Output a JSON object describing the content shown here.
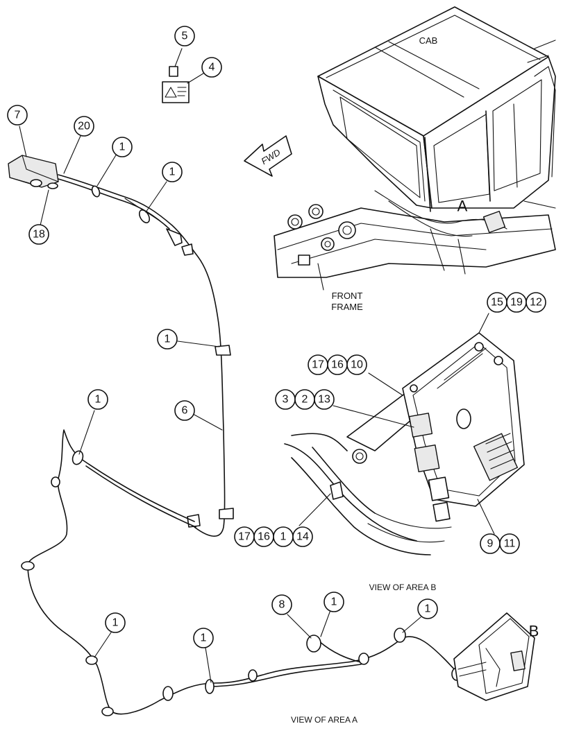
{
  "labels": {
    "cab": "CAB",
    "fwd": "FWD",
    "area_a": "A",
    "area_b": "B",
    "front_frame_1": "FRONT",
    "front_frame_2": "FRAME",
    "view_area_b": "VIEW OF AREA B",
    "view_area_a": "VIEW OF AREA A"
  },
  "callouts": {
    "c5": "5",
    "c4": "4",
    "c7": "7",
    "c20": "20",
    "c1a": "1",
    "c1b": "1",
    "c18": "18",
    "c1c": "1",
    "c6": "6",
    "c1d": "1",
    "c15": "15",
    "c19": "19",
    "c12": "12",
    "c17a": "17",
    "c16a": "16",
    "c10": "10",
    "c3": "3",
    "c2": "2",
    "c13": "13",
    "c17b": "17",
    "c16b": "16",
    "c1e": "1",
    "c14": "14",
    "c9": "9",
    "c11": "11",
    "c8": "8",
    "c1f": "1",
    "c1g": "1",
    "c1h": "1",
    "c1i": "1"
  }
}
